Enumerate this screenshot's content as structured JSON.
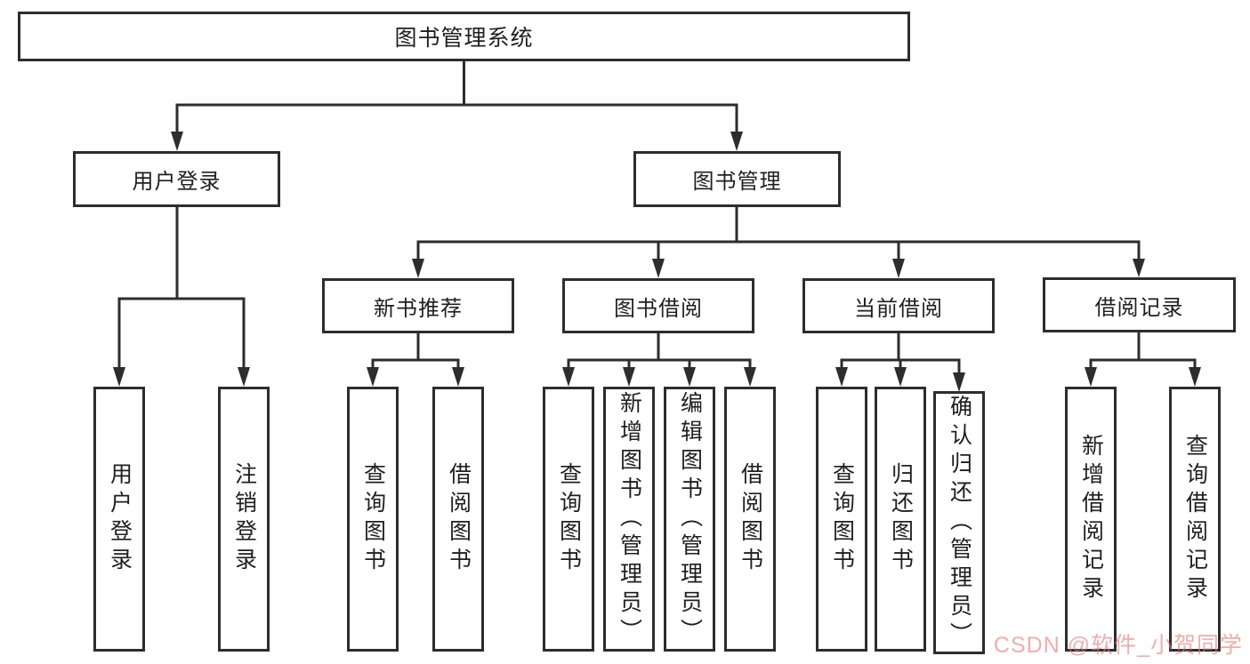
{
  "diagram": {
    "type": "hierarchy-tree",
    "line_color": "#2d2d2d",
    "box_background": "#ffffff",
    "text_color": "#1f1f1f",
    "tree": {
      "label": "图书管理系统",
      "children": [
        {
          "label": "用户登录",
          "children": [
            {
              "label": "用户登录"
            },
            {
              "label": "注销登录"
            }
          ]
        },
        {
          "label": "图书管理",
          "children": [
            {
              "label": "新书推荐",
              "children": [
                {
                  "label": "查询图书"
                },
                {
                  "label": "借阅图书"
                }
              ]
            },
            {
              "label": "图书借阅",
              "children": [
                {
                  "label": "查询图书"
                },
                {
                  "label": "新增图书（管理员）"
                },
                {
                  "label": "编辑图书（管理员）"
                },
                {
                  "label": "借阅图书"
                }
              ]
            },
            {
              "label": "当前借阅",
              "children": [
                {
                  "label": "查询图书"
                },
                {
                  "label": "归还图书"
                },
                {
                  "label": "确认归还（管理员）"
                }
              ]
            },
            {
              "label": "借阅记录",
              "children": [
                {
                  "label": "新增借阅记录"
                },
                {
                  "label": "查询借阅记录"
                }
              ]
            }
          ]
        }
      ]
    }
  },
  "watermark": {
    "text": "CSDN @软件_小贺同学",
    "color": "#e47a7a"
  }
}
